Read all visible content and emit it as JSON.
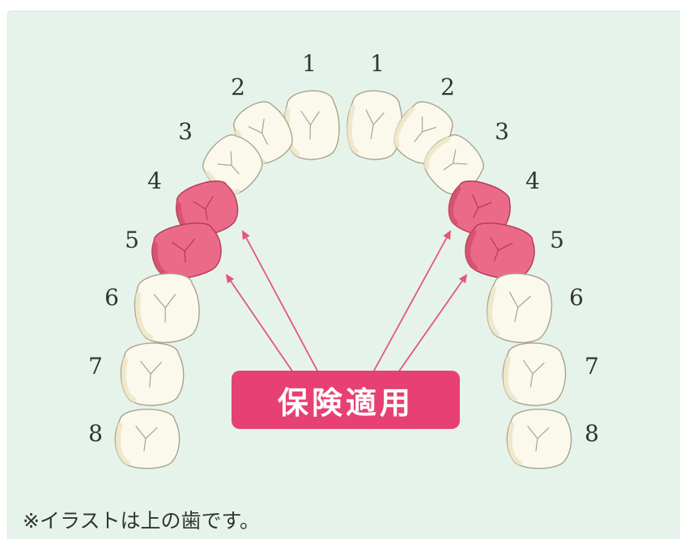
{
  "colors": {
    "panel_bg": "#e6f3ea",
    "tooth_fill": "#fbf8ec",
    "tooth_stroke": "#a8a48e",
    "tooth_shadow": "#ece4c4",
    "highlight_fill": "#ea6a88",
    "highlight_stroke": "#b23a58",
    "arrow": "#e0587c",
    "badge_bg": "#e64074",
    "badge_text": "#ffffff",
    "number_text": "#333333"
  },
  "tooth_numbers": {
    "left": [
      "1",
      "2",
      "3",
      "4",
      "5",
      "6",
      "7",
      "8"
    ],
    "right": [
      "1",
      "2",
      "3",
      "4",
      "5",
      "6",
      "7",
      "8"
    ]
  },
  "highlighted_teeth": [
    "4",
    "5"
  ],
  "badge": {
    "label": "保険適用"
  },
  "footnote": "※イラストは上の歯です。"
}
